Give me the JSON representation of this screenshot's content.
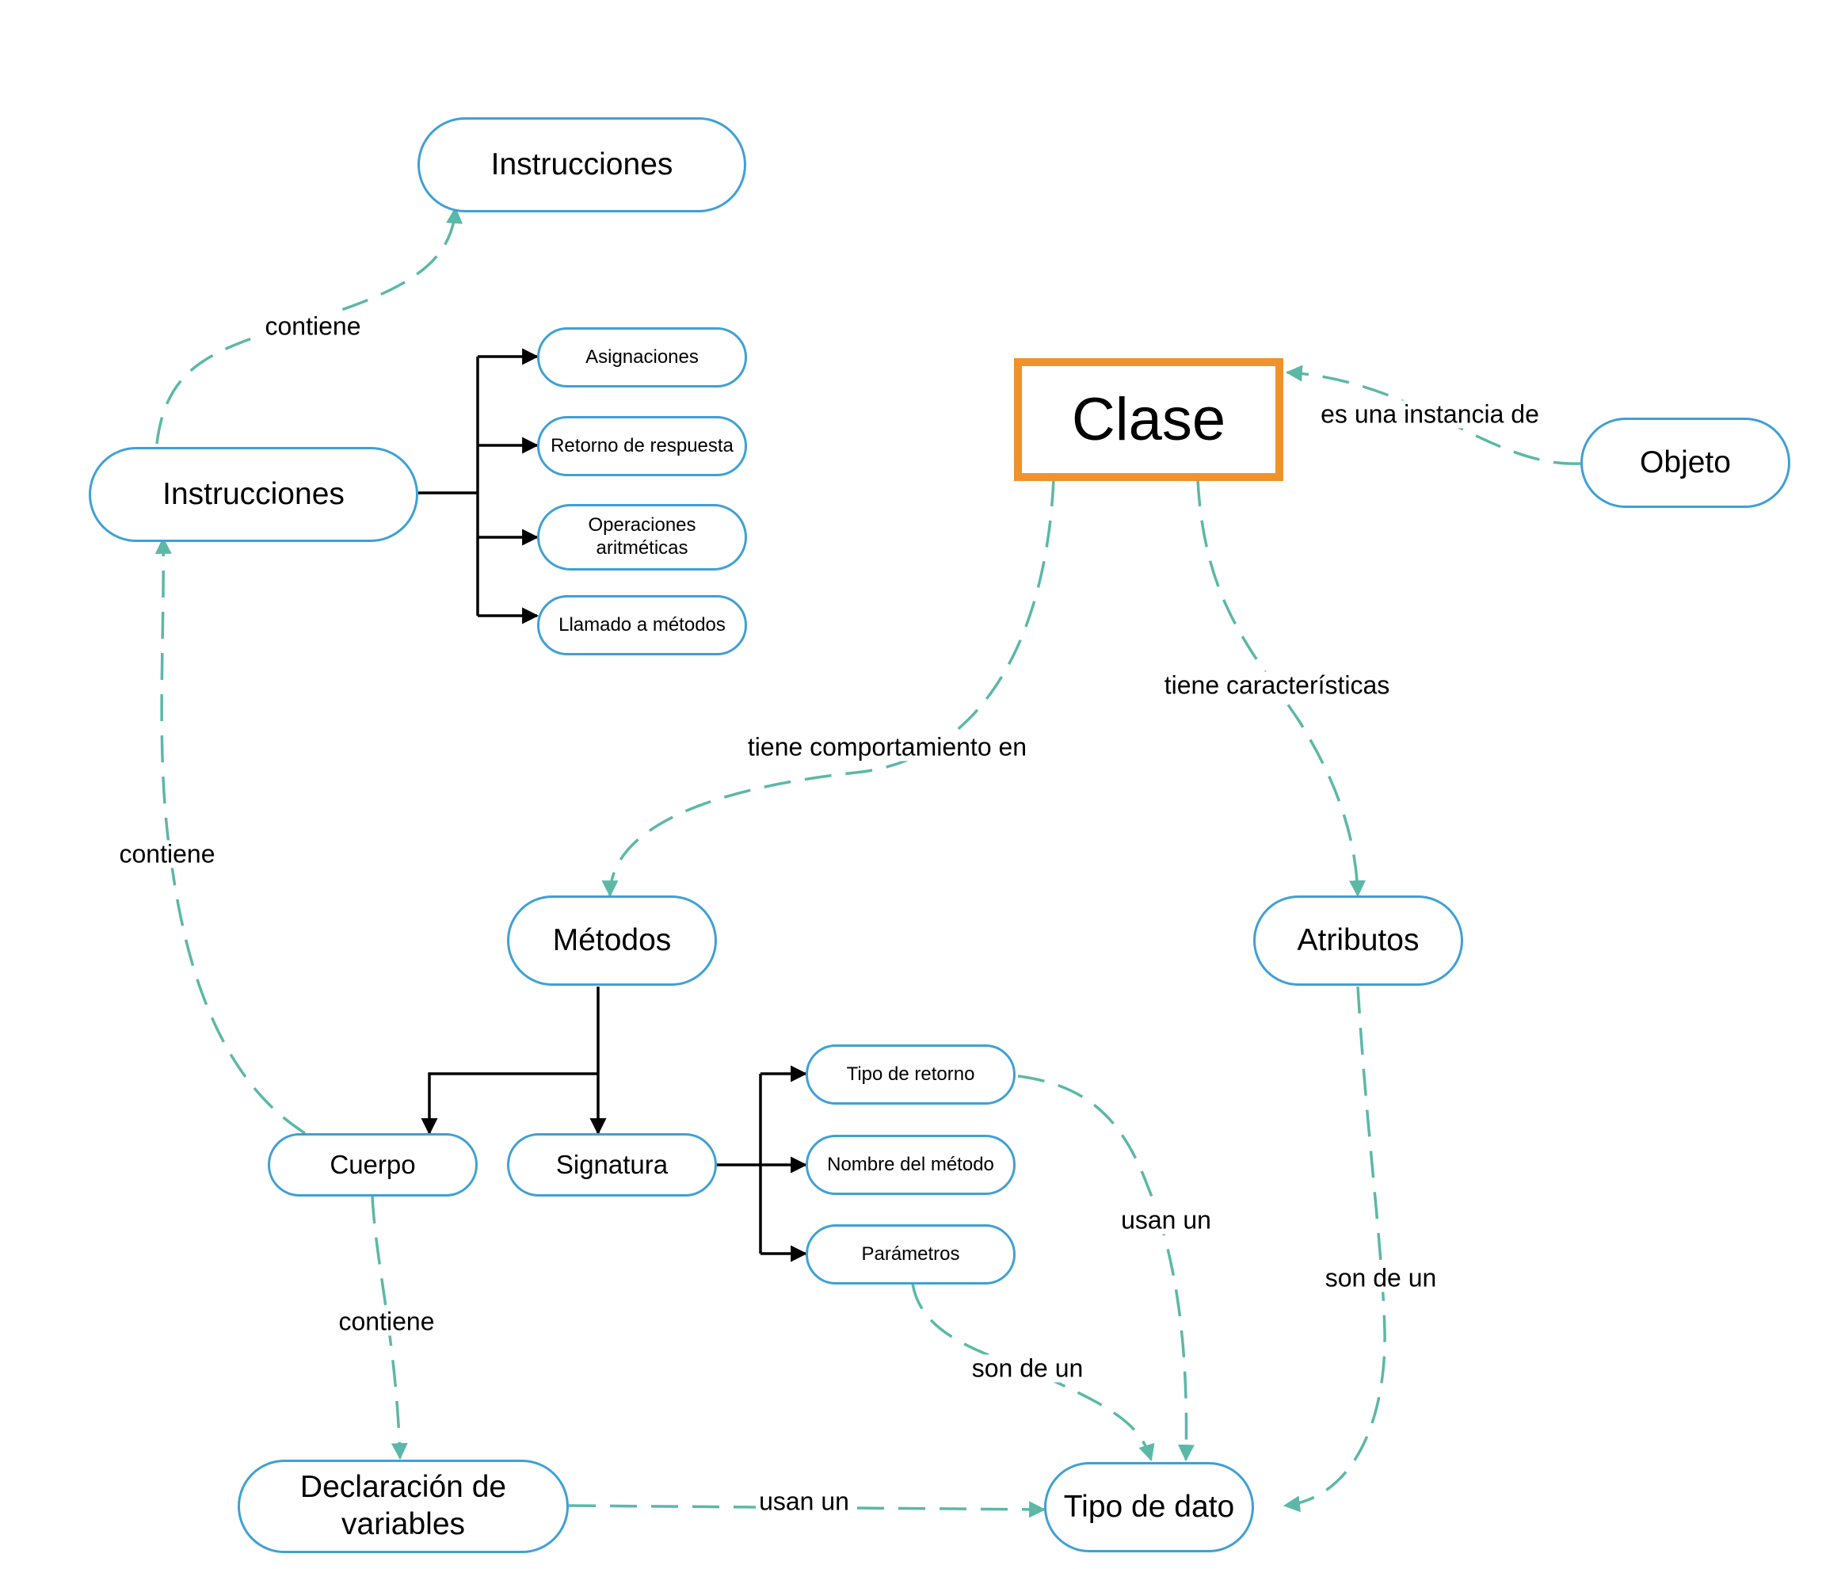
{
  "colors": {
    "node_border": "#3fa0d6",
    "class_border": "#f0922b",
    "dashed_edge": "#5bb8a6",
    "solid_edge": "#000000"
  },
  "nodes": {
    "clase": "Clase",
    "objeto": "Objeto",
    "metodos": "Métodos",
    "atributos": "Atributos",
    "instrucciones_top": "Instrucciones",
    "instrucciones_mid": "Instrucciones",
    "asignaciones": "Asignaciones",
    "retorno_respuesta": "Retorno de respuesta",
    "operaciones": "Operaciones aritméticas",
    "llamado_metodos": "Llamado a métodos",
    "cuerpo": "Cuerpo",
    "signatura": "Signatura",
    "tipo_retorno": "Tipo de retorno",
    "nombre_metodo": "Nombre del método",
    "parametros": "Parámetros",
    "declaracion": "Declaración de variables",
    "tipo_dato": "Tipo de dato"
  },
  "edges": {
    "instancia": "es una instancia de",
    "comportamiento": "tiene comportamiento en",
    "caracteristicas": "tiene características",
    "contiene_top": "contiene",
    "contiene_mid": "contiene",
    "contiene_bottom": "contiene",
    "usan_un_right": "usan un",
    "son_de_un_param": "son de un",
    "son_de_un_attr": "son de un",
    "usan_un_bottom": "usan un"
  }
}
